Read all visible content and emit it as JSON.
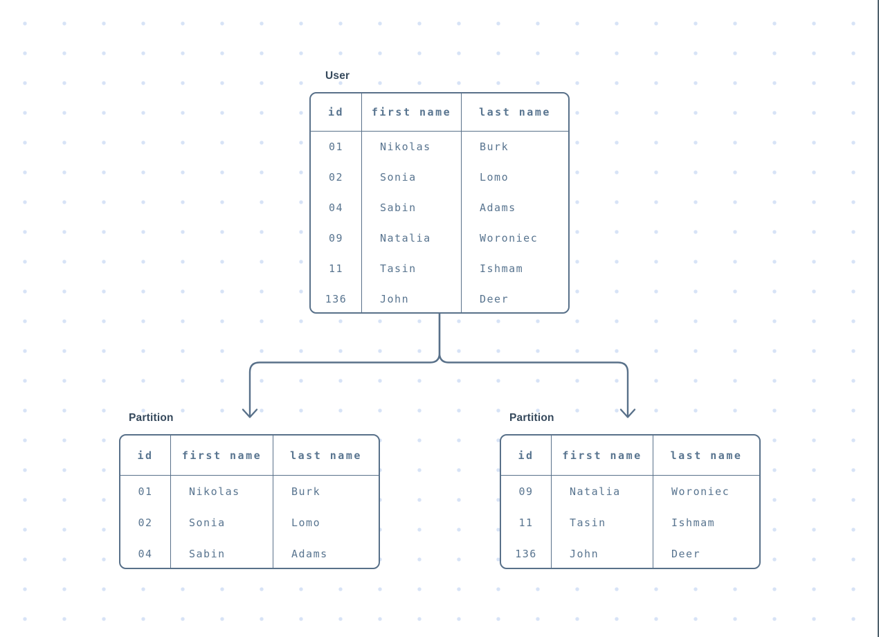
{
  "diagram": {
    "description": "Database table partitioning diagram: one User table split into two Partition tables"
  },
  "colors": {
    "line": "#587089",
    "cell_text": "#58748f",
    "title_text": "#36495c",
    "dot": "#d7e3f6",
    "background": "#ffffff",
    "edge_line": "#4d5f6b"
  },
  "tables": [
    {
      "key": "user",
      "title": "User",
      "columns": [
        "id",
        "first name",
        "last name"
      ],
      "rows": [
        [
          "01",
          "Nikolas",
          "Burk"
        ],
        [
          "02",
          "Sonia",
          "Lomo"
        ],
        [
          "04",
          "Sabin",
          "Adams"
        ],
        [
          "09",
          "Natalia",
          "Woroniec"
        ],
        [
          "11",
          "Tasin",
          "Ishmam"
        ],
        [
          "136",
          "John",
          "Deer"
        ]
      ]
    },
    {
      "key": "partition_left",
      "title": "Partition",
      "columns": [
        "id",
        "first name",
        "last name"
      ],
      "rows": [
        [
          "01",
          "Nikolas",
          "Burk"
        ],
        [
          "02",
          "Sonia",
          "Lomo"
        ],
        [
          "04",
          "Sabin",
          "Adams"
        ]
      ]
    },
    {
      "key": "partition_right",
      "title": "Partition",
      "columns": [
        "id",
        "first name",
        "last name"
      ],
      "rows": [
        [
          "09",
          "Natalia",
          "Woroniec"
        ],
        [
          "11",
          "Tasin",
          "Ishmam"
        ],
        [
          "136",
          "John",
          "Deer"
        ]
      ]
    }
  ]
}
